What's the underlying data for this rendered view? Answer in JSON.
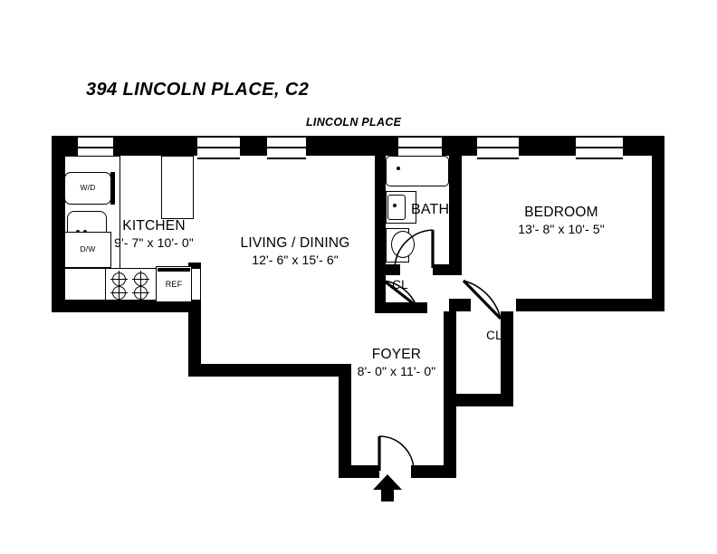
{
  "document": {
    "title": "394 LINCOLN PLACE, C2",
    "street_label": "LINCOLN PLACE",
    "type": "floor-plan",
    "colors": {
      "wall": "#000000",
      "background": "#ffffff",
      "fixture_outline": "#000000"
    }
  },
  "rooms": [
    {
      "id": "kitchen",
      "name": "KITCHEN",
      "dimensions": "9'- 7\" x 10'- 0\""
    },
    {
      "id": "living_dining",
      "name": "LIVING / DINING",
      "dimensions": "12'- 6\" x 15'- 6\""
    },
    {
      "id": "bath",
      "name": "BATH",
      "dimensions": ""
    },
    {
      "id": "bedroom",
      "name": "BEDROOM",
      "dimensions": "13'- 8\" x 10'- 5\""
    },
    {
      "id": "foyer",
      "name": "FOYER",
      "dimensions": "8'- 0\" x 11'- 0\""
    },
    {
      "id": "closet_bath",
      "name": "CL",
      "dimensions": ""
    },
    {
      "id": "closet_foyer",
      "name": "CL",
      "dimensions": ""
    }
  ],
  "fixtures": [
    {
      "id": "washer_dryer",
      "label": "W/D",
      "room": "kitchen"
    },
    {
      "id": "sink",
      "label": "",
      "room": "kitchen"
    },
    {
      "id": "dishwasher",
      "label": "D/W",
      "room": "kitchen"
    },
    {
      "id": "range",
      "label": "",
      "room": "kitchen"
    },
    {
      "id": "refrigerator",
      "label": "REF",
      "room": "kitchen"
    },
    {
      "id": "bathtub",
      "label": "",
      "room": "bath"
    },
    {
      "id": "bath_sink",
      "label": "",
      "room": "bath"
    },
    {
      "id": "toilet",
      "label": "",
      "room": "bath"
    }
  ],
  "annotations": {
    "entry_arrow": "entry-direction-arrow",
    "window_count": 6,
    "door_count": 4
  }
}
